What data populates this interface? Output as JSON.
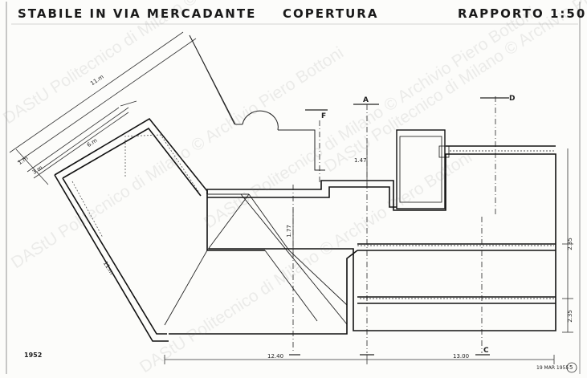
{
  "header": {
    "title": "STABILE IN VIA MERCADANTE",
    "subject": "COPERTURA",
    "scale": "RAPPORTO  1:50"
  },
  "footer": {
    "year": "1952",
    "stamp": "19 MAR 1955",
    "sheet_number": "5"
  },
  "section_markers": [
    "F",
    "A",
    "D",
    "C"
  ],
  "dimensions": {
    "d_11": "11.m",
    "d_6": "6.m",
    "d_1": "1.m",
    "d_3": "3.m",
    "d_11_b": "11.m",
    "d_147": "1.47",
    "d_177": "1.77",
    "d_235": "2.35",
    "d_230": "2.35",
    "d_bottom_left": "12.40",
    "d_bottom_right": "13.00"
  },
  "watermark": {
    "text": "DAStU Politecnico di Milano © Archivio Piero Bottoni"
  }
}
